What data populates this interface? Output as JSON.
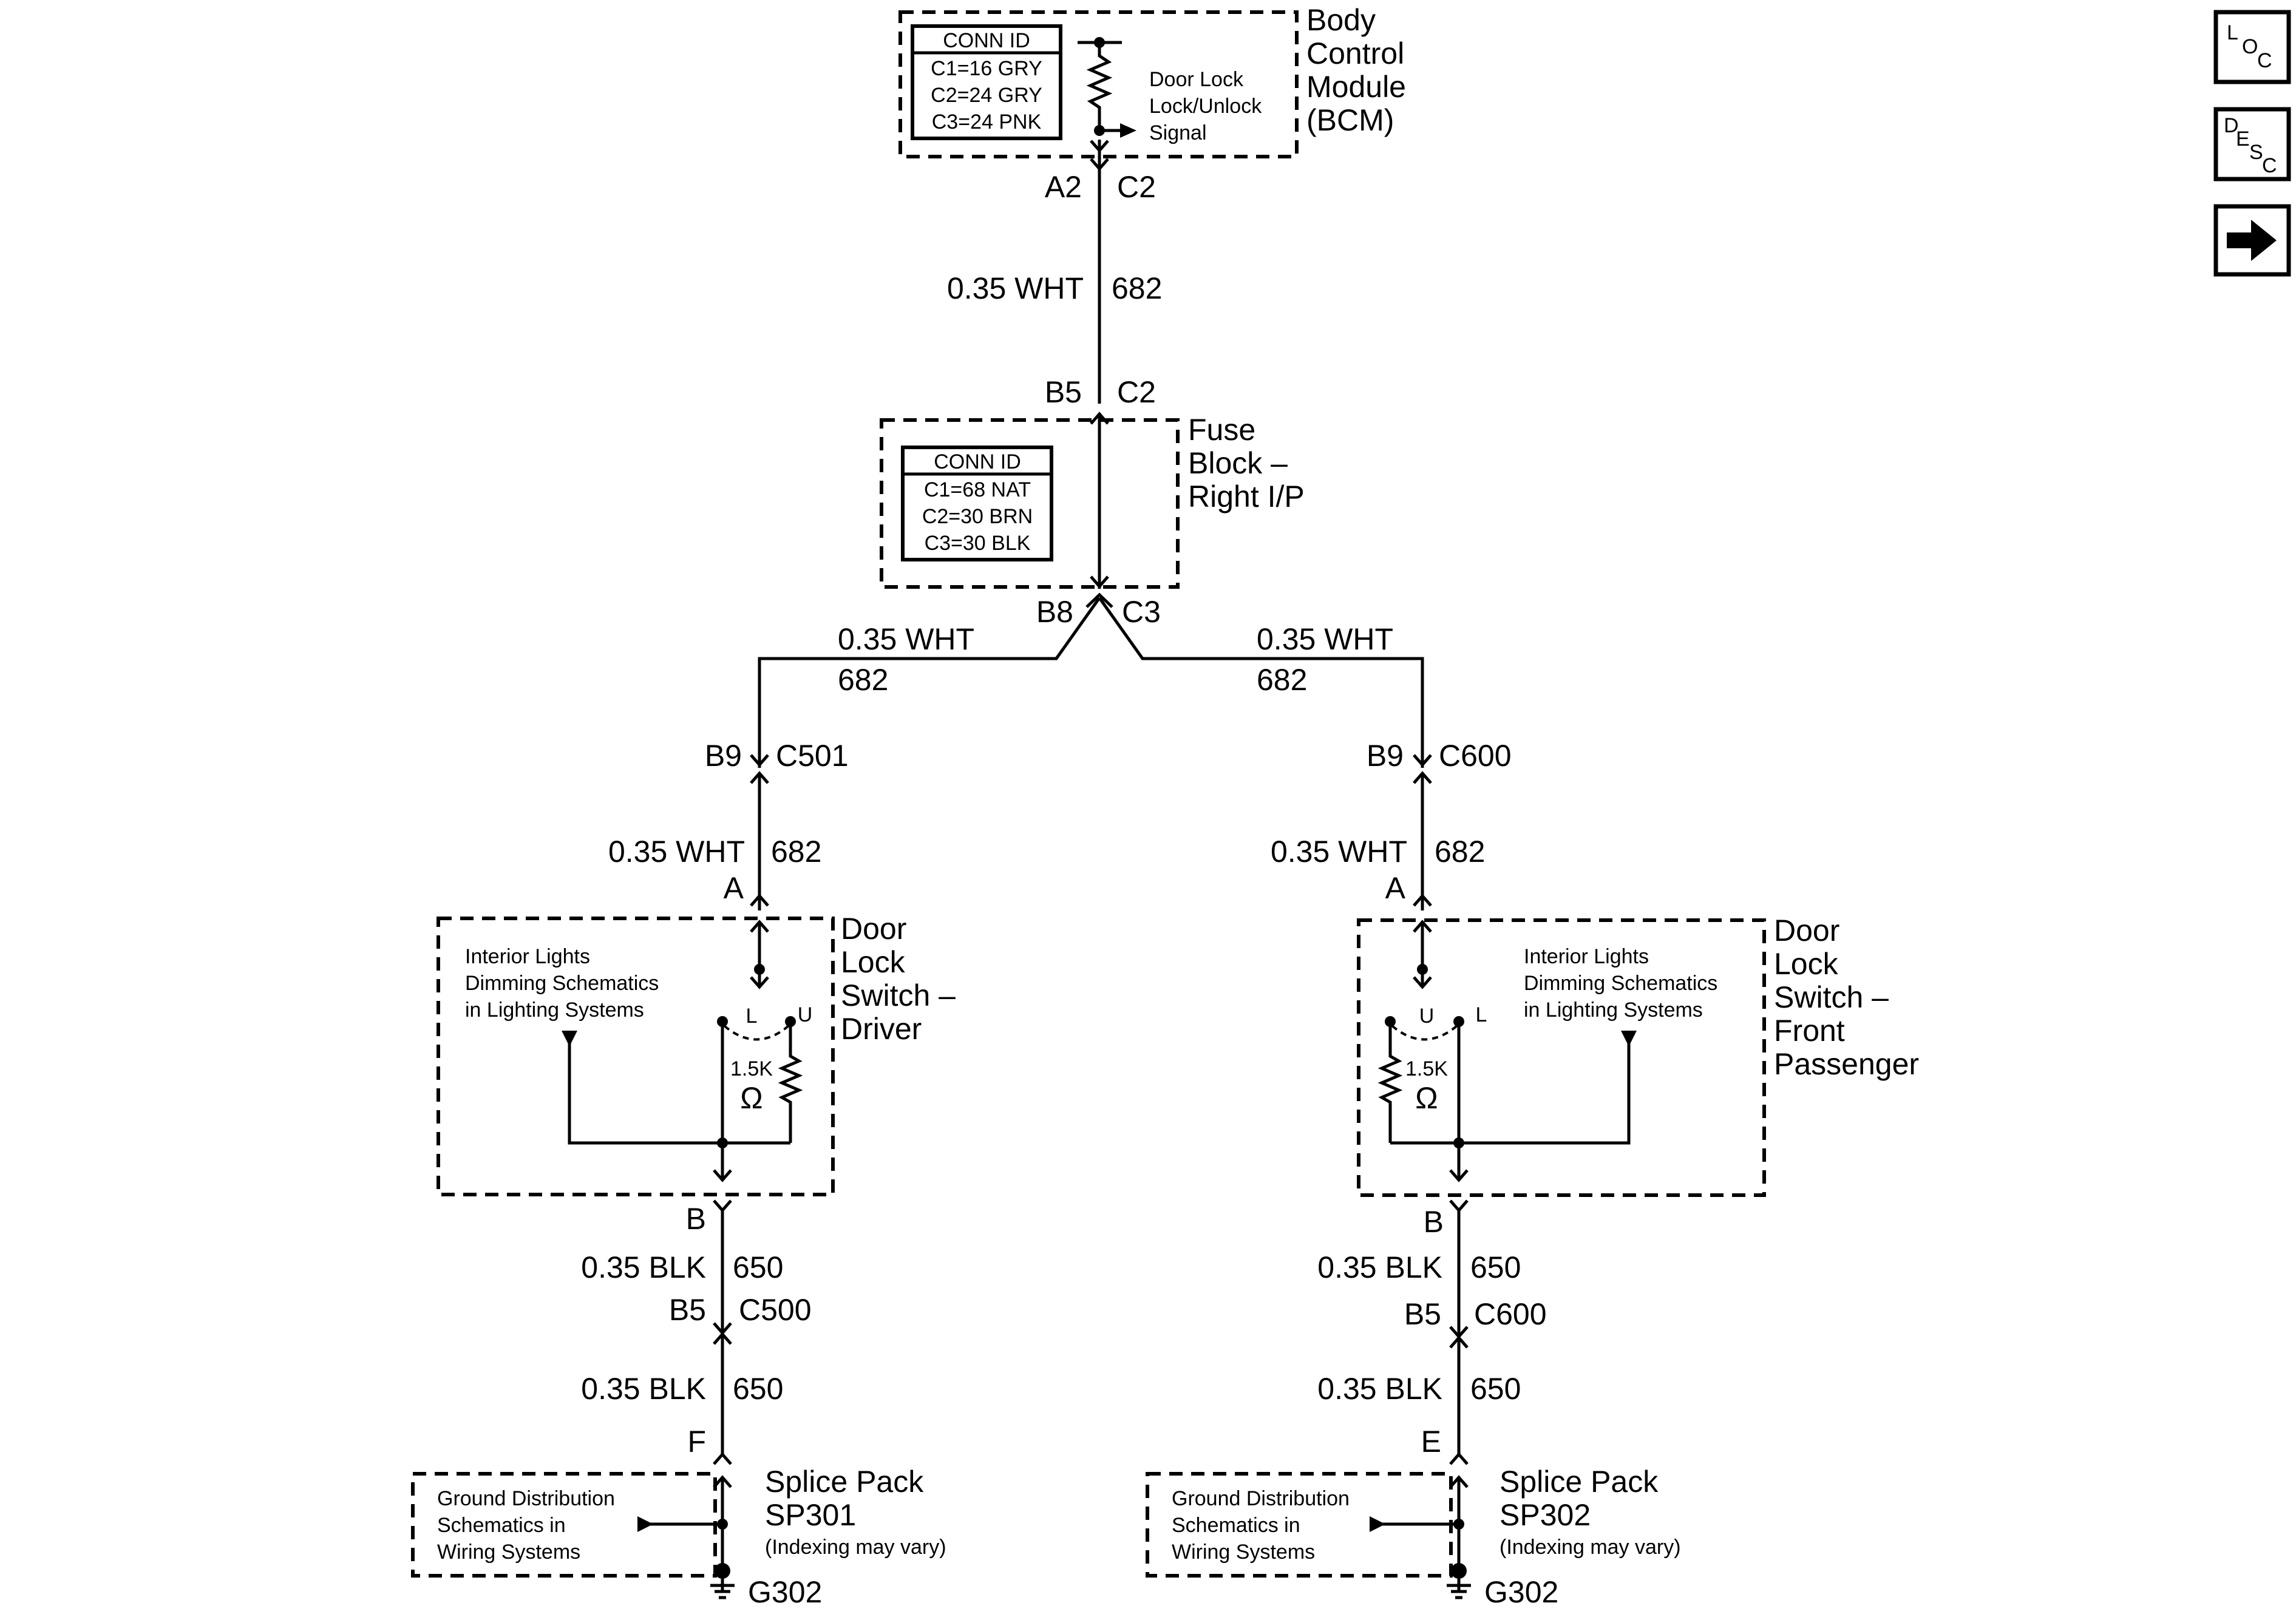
{
  "bcm": {
    "title": [
      "Body",
      "Control",
      "Module",
      "(BCM)"
    ],
    "conn_id_header": "CONN ID",
    "conn_ids": [
      "C1=16 GRY",
      "C2=24 GRY",
      "C3=24 PNK"
    ],
    "signal": [
      "Door Lock",
      "Lock/Unlock",
      "Signal"
    ],
    "pin": "A2",
    "connector": "C2"
  },
  "wire_bcm_fuse": {
    "gauge_color": "0.35 WHT",
    "circuit": "682"
  },
  "fuse_block": {
    "title": [
      "Fuse",
      "Block –",
      "Right I/P"
    ],
    "conn_id_header": "CONN ID",
    "conn_ids": [
      "C1=68 NAT",
      "C2=30 BRN",
      "C3=30 BLK"
    ],
    "top_pin": "B5",
    "top_connector": "C2",
    "bottom_pin": "B8",
    "bottom_connector": "C3"
  },
  "driver": {
    "wire_top_gauge": "0.35 WHT",
    "wire_top_circuit": "682",
    "conn_pin": "B9",
    "conn": "C501",
    "wire_mid_gauge": "0.35 WHT",
    "wire_mid_circuit": "682",
    "switch_pin_a": "A",
    "switch_title": [
      "Door",
      "Lock",
      "Switch –",
      "Driver"
    ],
    "note": [
      "Interior Lights",
      "Dimming Schematics",
      "in Lighting Systems"
    ],
    "pos_l": "L",
    "pos_u": "U",
    "resistor": "1.5K",
    "ohm": "Ω",
    "switch_pin_b": "B",
    "wire_low_gauge": "0.35 BLK",
    "wire_low_circuit": "650",
    "conn2_pin": "B5",
    "conn2": "C500",
    "wire_bot_gauge": "0.35 BLK",
    "wire_bot_circuit": "650",
    "splice_pin": "F",
    "splice_title": [
      "Splice Pack",
      "SP301"
    ],
    "splice_note": "(Indexing may vary)",
    "ground_note": [
      "Ground Distribution",
      "Schematics in",
      "Wiring Systems"
    ],
    "ground": "G302"
  },
  "passenger": {
    "wire_top_gauge": "0.35 WHT",
    "wire_top_circuit": "682",
    "conn_pin": "B9",
    "conn": "C600",
    "wire_mid_gauge": "0.35 WHT",
    "wire_mid_circuit": "682",
    "switch_pin_a": "A",
    "switch_title": [
      "Door",
      "Lock",
      "Switch –",
      "Front",
      "Passenger"
    ],
    "note": [
      "Interior Lights",
      "Dimming Schematics",
      "in Lighting Systems"
    ],
    "pos_l": "L",
    "pos_u": "U",
    "resistor": "1.5K",
    "ohm": "Ω",
    "switch_pin_b": "B",
    "wire_low_gauge": "0.35 BLK",
    "wire_low_circuit": "650",
    "conn2_pin": "B5",
    "conn2": "C600",
    "wire_bot_gauge": "0.35 BLK",
    "wire_bot_circuit": "650",
    "splice_pin": "E",
    "splice_title": [
      "Splice Pack",
      "SP302"
    ],
    "splice_note": "(Indexing may vary)",
    "ground_note": [
      "Ground Distribution",
      "Schematics in",
      "Wiring Systems"
    ],
    "ground": "G302"
  },
  "nav": {
    "loc": [
      "L",
      "O",
      "C"
    ],
    "desc": [
      "D",
      "E",
      "S",
      "C"
    ],
    "next_icon": "arrow-right-icon"
  }
}
